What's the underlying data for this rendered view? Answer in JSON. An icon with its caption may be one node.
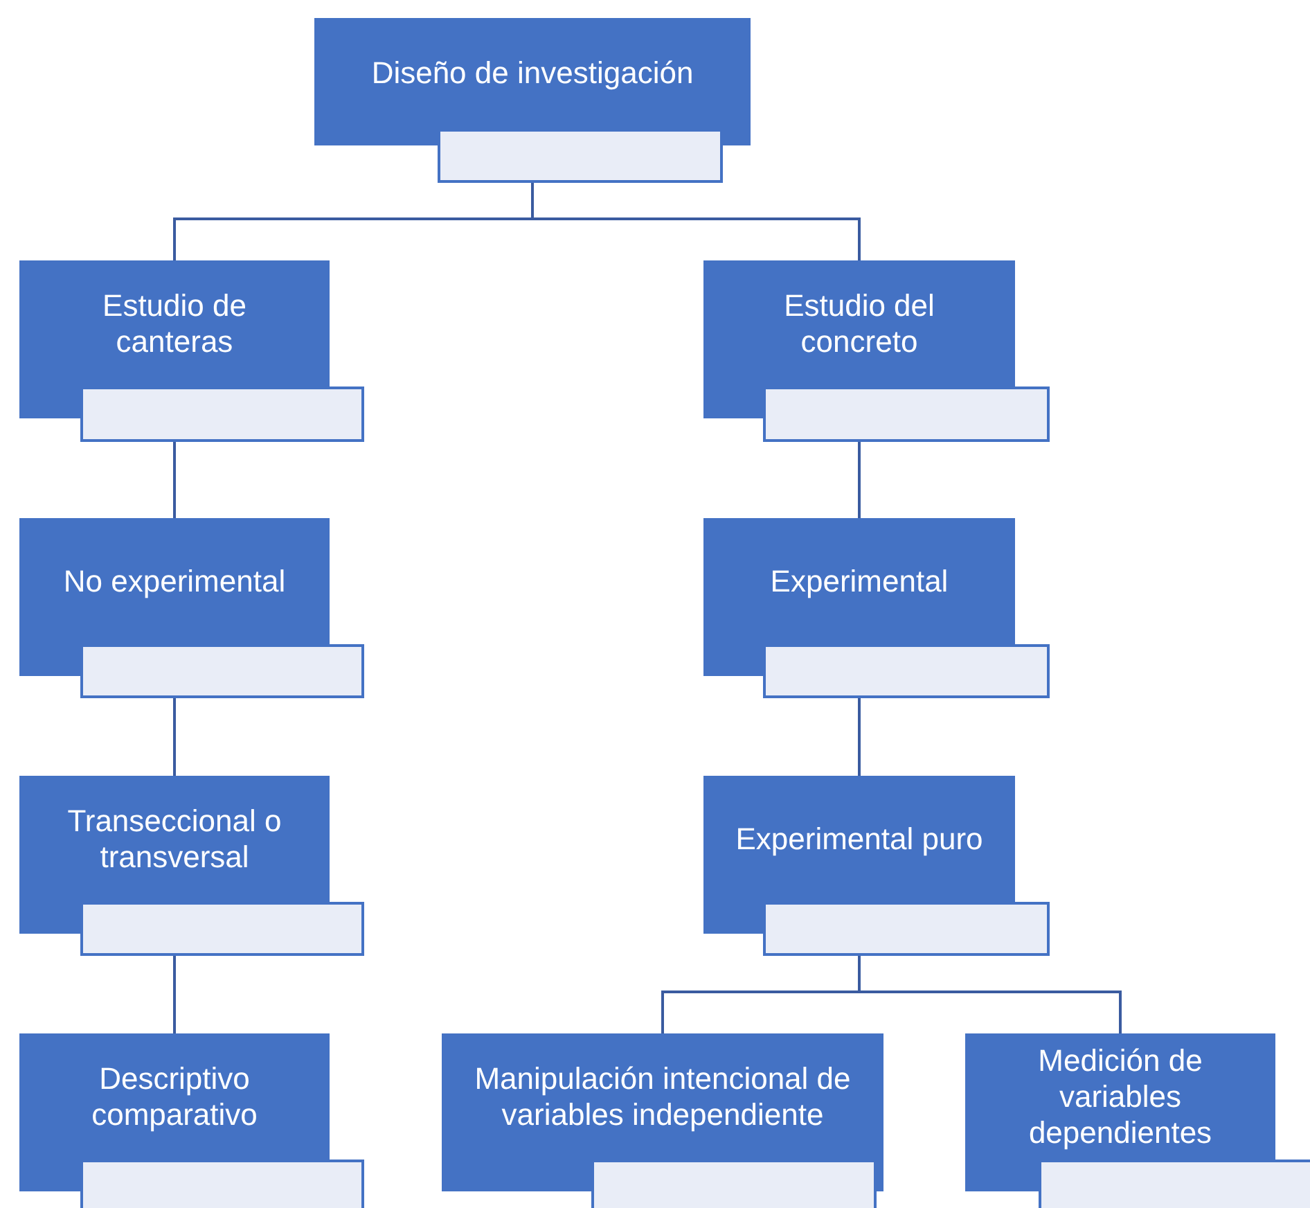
{
  "diagram": {
    "nodes": [
      {
        "text": [
          "Diseño de investigación"
        ]
      },
      {
        "text": [],
        "shape": "box"
      },
      {
        "text": [
          "Estudio de canteras"
        ]
      },
      {
        "text": [],
        "shape": "box"
      },
      {
        "text": [
          "Estudio del concreto"
        ]
      },
      {
        "text": [],
        "shape": "box"
      },
      {
        "text": [
          "No experimental"
        ]
      },
      {
        "text": [],
        "shape": "box"
      },
      {
        "text": [
          "Experimental"
        ]
      },
      {
        "text": [],
        "shape": "box"
      },
      {
        "text": [
          "Transeccional o transversal"
        ]
      },
      {
        "text": [],
        "shape": "box"
      },
      {
        "text": [
          "Experimental puro"
        ]
      },
      {
        "text": [],
        "shape": "box"
      },
      {
        "text": [
          "Descriptivo comparativo"
        ]
      },
      {
        "text": [],
        "shape": "box"
      },
      {
        "text": [
          "Manipulación intencional de variables independiente"
        ]
      },
      {
        "text": [],
        "shape": "box"
      },
      {
        "text": [
          "Medición de variables dependientes"
        ]
      },
      {
        "text": [],
        "shape": "box"
      }
    ],
    "edges": [
      {
        "from": 1,
        "to": 2,
        "arrow": "none"
      },
      {
        "from": 1,
        "to": 4,
        "arrow": "none"
      },
      {
        "from": 3,
        "to": 6,
        "arrow": "none"
      },
      {
        "from": 7,
        "to": 10,
        "arrow": "none"
      },
      {
        "from": 11,
        "to": 14,
        "arrow": "none"
      },
      {
        "from": 5,
        "to": 8,
        "arrow": "none"
      },
      {
        "from": 9,
        "to": 12,
        "arrow": "none"
      },
      {
        "from": 13,
        "to": 16,
        "arrow": "none"
      },
      {
        "from": 13,
        "to": 18,
        "arrow": "none"
      }
    ]
  }
}
